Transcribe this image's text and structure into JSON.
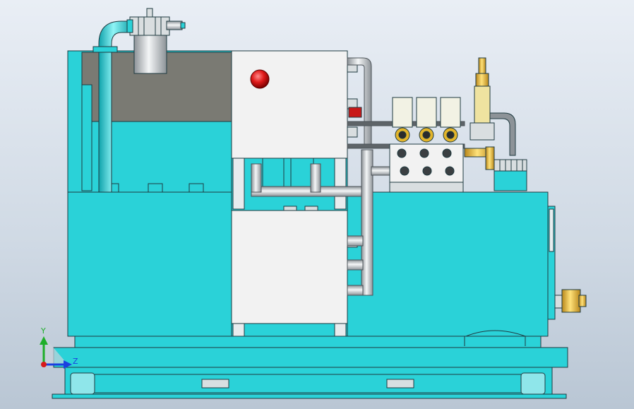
{
  "viewport": {
    "background_top": "#e9eef5",
    "background_bottom": "#b9c6d4"
  },
  "colors": {
    "tank_cyan": "#2ad2d8",
    "tank_cyan_dark": "#18b8be",
    "outline": "#1f3a40",
    "housing_white": "#f2f2f2",
    "pipe_silver": "#c9cdd0",
    "shadow_gray": "#7a7a73",
    "brass": "#e3b52b",
    "indicator_red": "#e01b1b",
    "axis_y": "#1fae2a",
    "axis_z": "#1b3fe0",
    "axis_origin": "#d81a1a"
  },
  "axes": {
    "y_label": "Y",
    "z_label": "Z"
  },
  "components": {
    "filler_cap": "filler-cap",
    "reservoir_tank": "reservoir-tank",
    "motor_pump_housing": "motor-pump-housing",
    "valve_manifold": "valve-manifold",
    "solenoid_valves": 3,
    "pressure_regulator": "pressure-regulator",
    "base_skid": "base-skid"
  }
}
